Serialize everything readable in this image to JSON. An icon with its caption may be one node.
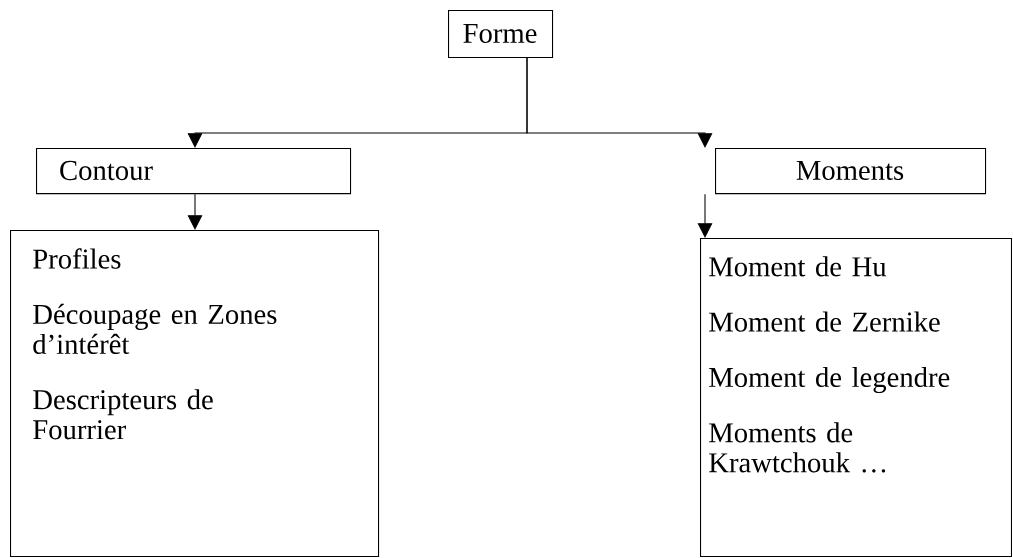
{
  "diagram": {
    "nodes": [
      {
        "text": [
          "Forme"
        ]
      },
      {
        "text": [
          "Contour"
        ]
      },
      {
        "text": [
          "Moments"
        ]
      },
      {
        "text": [
          "Profiles",
          "Découpage en Zones d’intérêt",
          "Descripteurs de Fourrier"
        ]
      },
      {
        "text": [
          "Moment de Hu",
          "Moment de Zernike",
          "Moment de legendre",
          "Moments de Krawtchouk …"
        ]
      }
    ],
    "edges": [
      {
        "from": 0,
        "to": 1,
        "arrow": "to"
      },
      {
        "from": 0,
        "to": 2,
        "arrow": "to"
      },
      {
        "from": 1,
        "to": 3,
        "arrow": "to"
      },
      {
        "from": 2,
        "to": 4,
        "arrow": "to"
      }
    ]
  }
}
